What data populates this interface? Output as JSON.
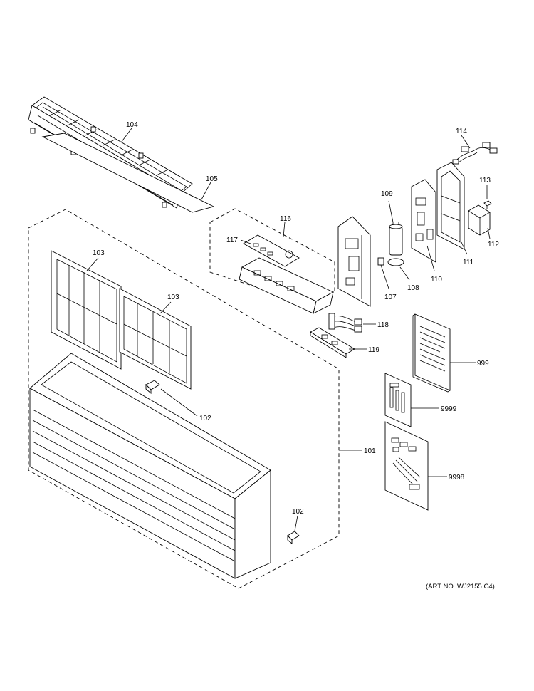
{
  "callouts": {
    "c104": "104",
    "c105": "105",
    "c103a": "103",
    "c103b": "103",
    "c102a": "102",
    "c102b": "102",
    "c101": "101",
    "c116": "116",
    "c117": "117",
    "c109": "109",
    "c107": "107",
    "c108": "108",
    "c110": "110",
    "c114": "114",
    "c113": "113",
    "c112": "112",
    "c111": "111",
    "c118": "118",
    "c119": "119",
    "c999": "999",
    "c9999": "9999",
    "c9998": "9998"
  },
  "art_number": "(ART NO. WJ2155 C4)"
}
